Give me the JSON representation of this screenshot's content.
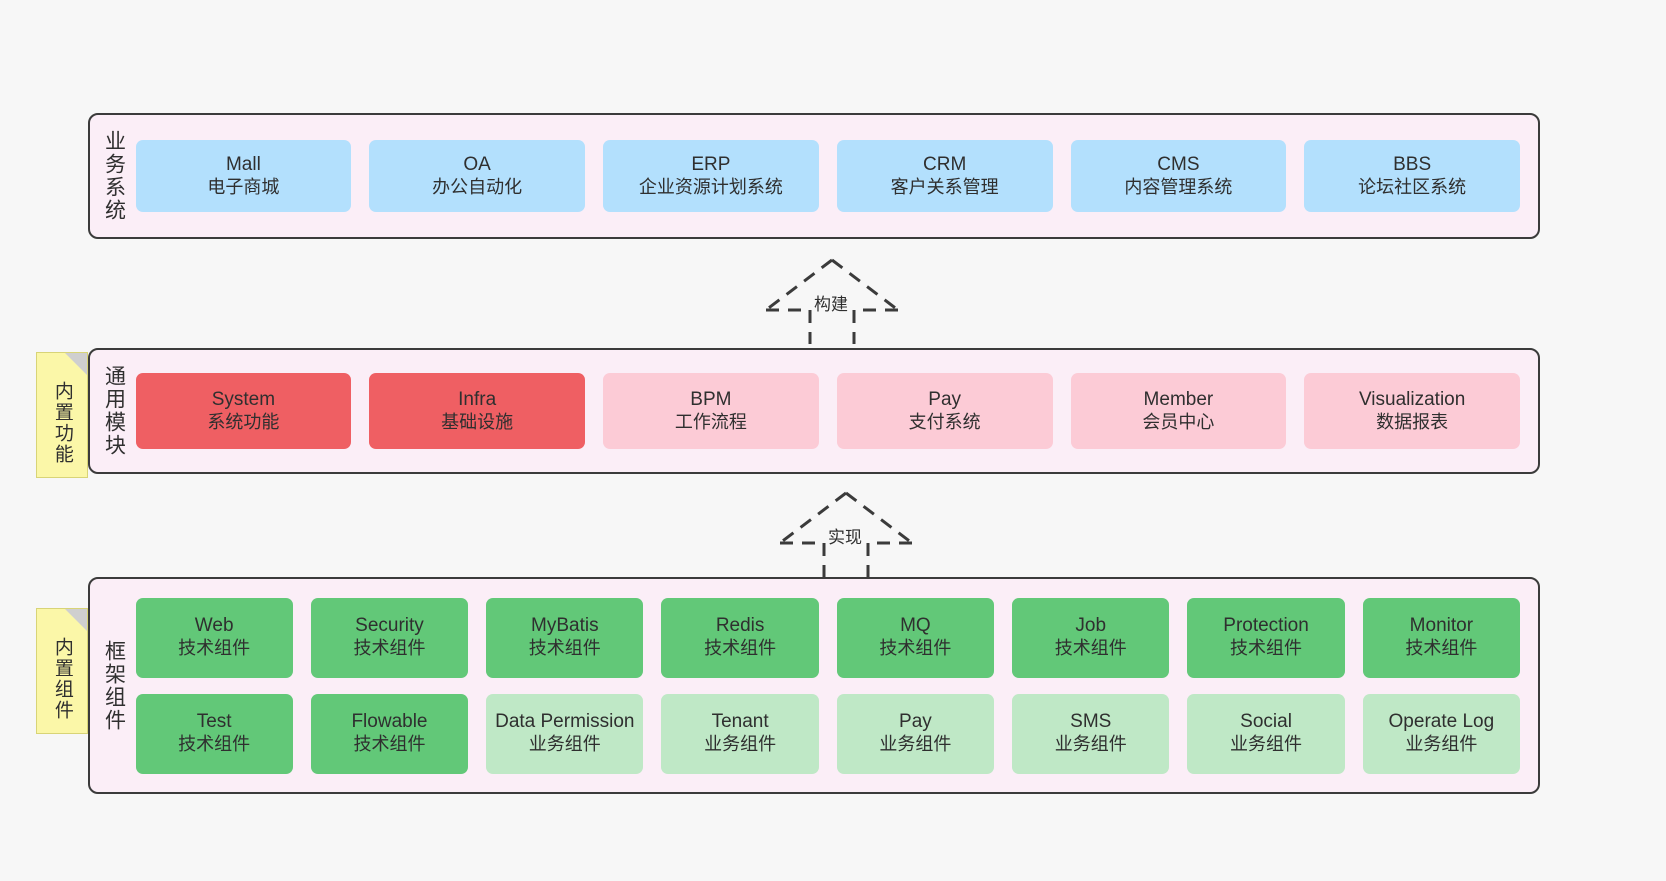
{
  "diagram": {
    "background": "#f7f7f7",
    "band_fill": "#fbeef7",
    "band_stroke": "#3b3b3b",
    "note_fill": "#fbf7a8"
  },
  "notes": [
    {
      "name": "builtin-function",
      "text": "内置功能"
    },
    {
      "name": "builtin-component",
      "text": "内置组件"
    }
  ],
  "arrows": [
    {
      "name": "build",
      "label": "构建"
    },
    {
      "name": "implement",
      "label": "实现"
    }
  ],
  "bands": {
    "business": {
      "title": "业务系统",
      "nodes": [
        {
          "en": "Mall",
          "cn": "电子商城",
          "color": "#b3e0fd"
        },
        {
          "en": "OA",
          "cn": "办公自动化",
          "color": "#b3e0fd"
        },
        {
          "en": "ERP",
          "cn": "企业资源计划系统",
          "color": "#b3e0fd"
        },
        {
          "en": "CRM",
          "cn": "客户关系管理",
          "color": "#b3e0fd"
        },
        {
          "en": "CMS",
          "cn": "内容管理系统",
          "color": "#b3e0fd"
        },
        {
          "en": "BBS",
          "cn": "论坛社区系统",
          "color": "#b3e0fd"
        }
      ]
    },
    "common": {
      "title": "通用模块",
      "nodes": [
        {
          "en": "System",
          "cn": "系统功能",
          "color": "#ef5f63"
        },
        {
          "en": "Infra",
          "cn": "基础设施",
          "color": "#ef5f63"
        },
        {
          "en": "BPM",
          "cn": "工作流程",
          "color": "#fccbd6"
        },
        {
          "en": "Pay",
          "cn": "支付系统",
          "color": "#fccbd6"
        },
        {
          "en": "Member",
          "cn": "会员中心",
          "color": "#fccbd6"
        },
        {
          "en": "Visualization",
          "cn": "数据报表",
          "color": "#fccbd6"
        }
      ]
    },
    "framework": {
      "title": "框架组件",
      "rows": [
        [
          {
            "en": "Web",
            "cn": "技术组件",
            "color": "#62c878"
          },
          {
            "en": "Security",
            "cn": "技术组件",
            "color": "#62c878"
          },
          {
            "en": "MyBatis",
            "cn": "技术组件",
            "color": "#62c878"
          },
          {
            "en": "Redis",
            "cn": "技术组件",
            "color": "#62c878"
          },
          {
            "en": "MQ",
            "cn": "技术组件",
            "color": "#62c878"
          },
          {
            "en": "Job",
            "cn": "技术组件",
            "color": "#62c878"
          },
          {
            "en": "Protection",
            "cn": "技术组件",
            "color": "#62c878"
          },
          {
            "en": "Monitor",
            "cn": "技术组件",
            "color": "#62c878"
          }
        ],
        [
          {
            "en": "Test",
            "cn": "技术组件",
            "color": "#62c878"
          },
          {
            "en": "Flowable",
            "cn": "技术组件",
            "color": "#62c878"
          },
          {
            "en": "Data Permission",
            "cn": "业务组件",
            "color": "#bfe8c6",
            "wrap": true
          },
          {
            "en": "Tenant",
            "cn": "业务组件",
            "color": "#bfe8c6"
          },
          {
            "en": "Pay",
            "cn": "业务组件",
            "color": "#bfe8c6"
          },
          {
            "en": "SMS",
            "cn": "业务组件",
            "color": "#bfe8c6"
          },
          {
            "en": "Social",
            "cn": "业务组件",
            "color": "#bfe8c6"
          },
          {
            "en": "Operate Log",
            "cn": "业务组件",
            "color": "#bfe8c6"
          }
        ]
      ]
    }
  }
}
